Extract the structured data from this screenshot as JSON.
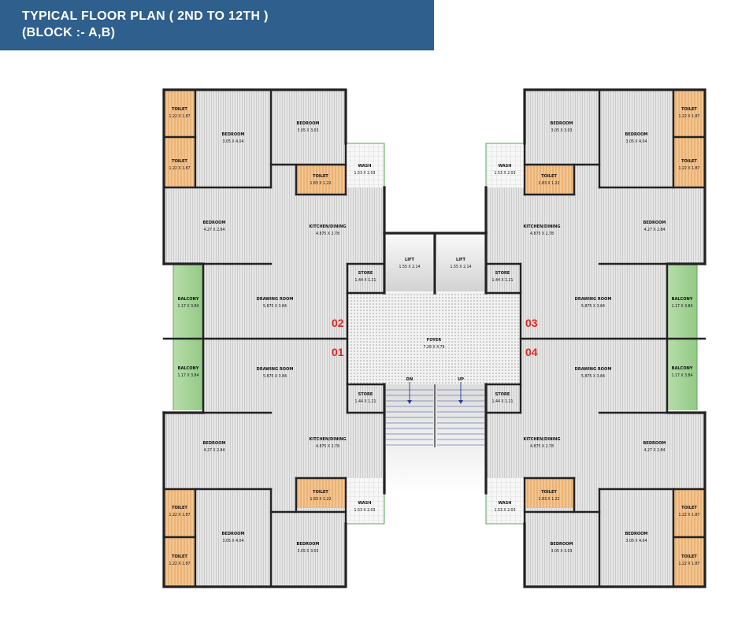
{
  "header": {
    "line1": "TYPICAL FLOOR PLAN ( 2ND TO 12TH )",
    "line2": "(BLOCK :- A,B)"
  },
  "colors": {
    "banner": "#2f5f8d",
    "room": "#e3e3e3",
    "toilet": "#f2c48f",
    "balcony": "#9fd08f",
    "wall": "#222222",
    "unit_number": "#e0261c"
  },
  "units": {
    "u01": "01",
    "u02": "02",
    "u03": "03",
    "u04": "04"
  },
  "core": {
    "lift_name": "LIFT",
    "lift1_dim": "1.55 X 2.14",
    "lift2_dim": "1.55 X 2.14",
    "foyer_name": "FOYER",
    "foyer_dim": "7.28 X 4.79",
    "stair_down": "DN",
    "stair_up": "UP"
  },
  "rooms": {
    "toilet": "TOILET",
    "bedroom": "BEDROOM",
    "wash": "WASH",
    "kitchen": "KITCHEN/DINING",
    "drawing": "DRAWING ROOM",
    "balcony": "BALCONY",
    "store": "STORE",
    "toilet_dim": "1.22 X 1.87",
    "toilet_wash_dim": "1.83 X 1.22",
    "bed_main_dim": "3.05 X 4.04",
    "bed_front_dim": "3.05 X 3.03",
    "bed_side_dim": "4.27 X 2.84",
    "wash_dim": "1.53 X 2.03",
    "kitchen_dim": "4.875 X 2.78",
    "drawing_dim": "5.875 X 3.84",
    "balcony_dim": "1.17 X 3.84",
    "store_dim": "1.44 X 1.21"
  }
}
